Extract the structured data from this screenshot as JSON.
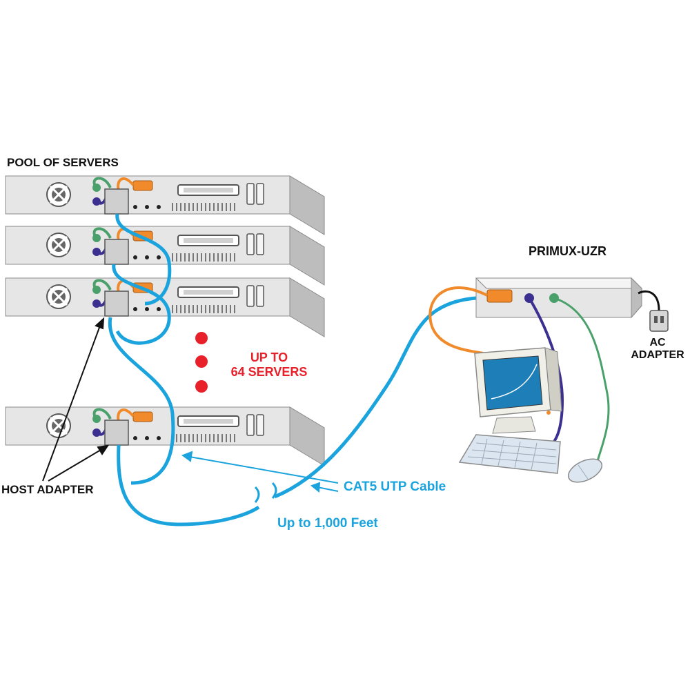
{
  "labels": {
    "pool_of_servers": "POOL OF SERVERS",
    "up_to_servers_line1": "UP TO",
    "up_to_servers_line2": "64 SERVERS",
    "host_adapter": "HOST ADAPTER",
    "cat5_cable": "CAT5 UTP Cable",
    "distance": "Up to 1,000 Feet",
    "primux_uzr": "PRIMUX-UZR",
    "ac_line1": "AC",
    "ac_line2": "ADAPTER"
  },
  "colors": {
    "cat5_cable": "#1aa3dd",
    "accent_red": "#e8202a",
    "orange_cable": "#f08a2a",
    "purple_cable": "#3b2f8f",
    "green_cable": "#4aa06a",
    "server_face": "#e6e6e6",
    "server_top": "#f3f3f3",
    "server_side": "#bdbdbd",
    "screen": "#1e7fb8"
  },
  "icons": [
    "server-unit-icon",
    "fan-grille-icon",
    "host-adapter-icon",
    "kvm-switch-icon",
    "monitor-icon",
    "keyboard-icon",
    "mouse-icon",
    "power-plug-icon"
  ]
}
